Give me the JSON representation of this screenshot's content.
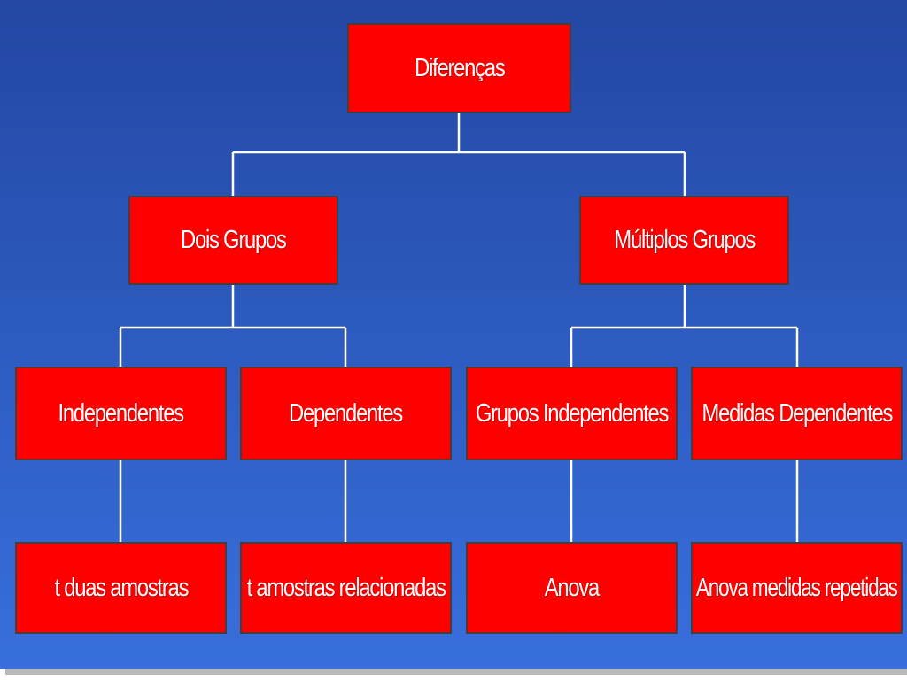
{
  "diagram": {
    "root": {
      "label": "Diferenças"
    },
    "level1": [
      {
        "label": "Dois Grupos"
      },
      {
        "label": "Múltiplos Grupos"
      }
    ],
    "level2": [
      {
        "label": "Independentes"
      },
      {
        "label": "Dependentes"
      },
      {
        "label": "Grupos Independentes"
      },
      {
        "label": "Medidas Dependentes"
      }
    ],
    "level3": [
      {
        "label": "t duas amostras"
      },
      {
        "label": "t amostras relacionadas"
      },
      {
        "label": "Anova"
      },
      {
        "label": "Anova medidas repetidas"
      }
    ]
  },
  "colors": {
    "background_top": "#2347a3",
    "background_bottom": "#376fdc",
    "node_fill": "#ff0000",
    "node_text": "#ffffff",
    "connector": "#ffffff"
  }
}
